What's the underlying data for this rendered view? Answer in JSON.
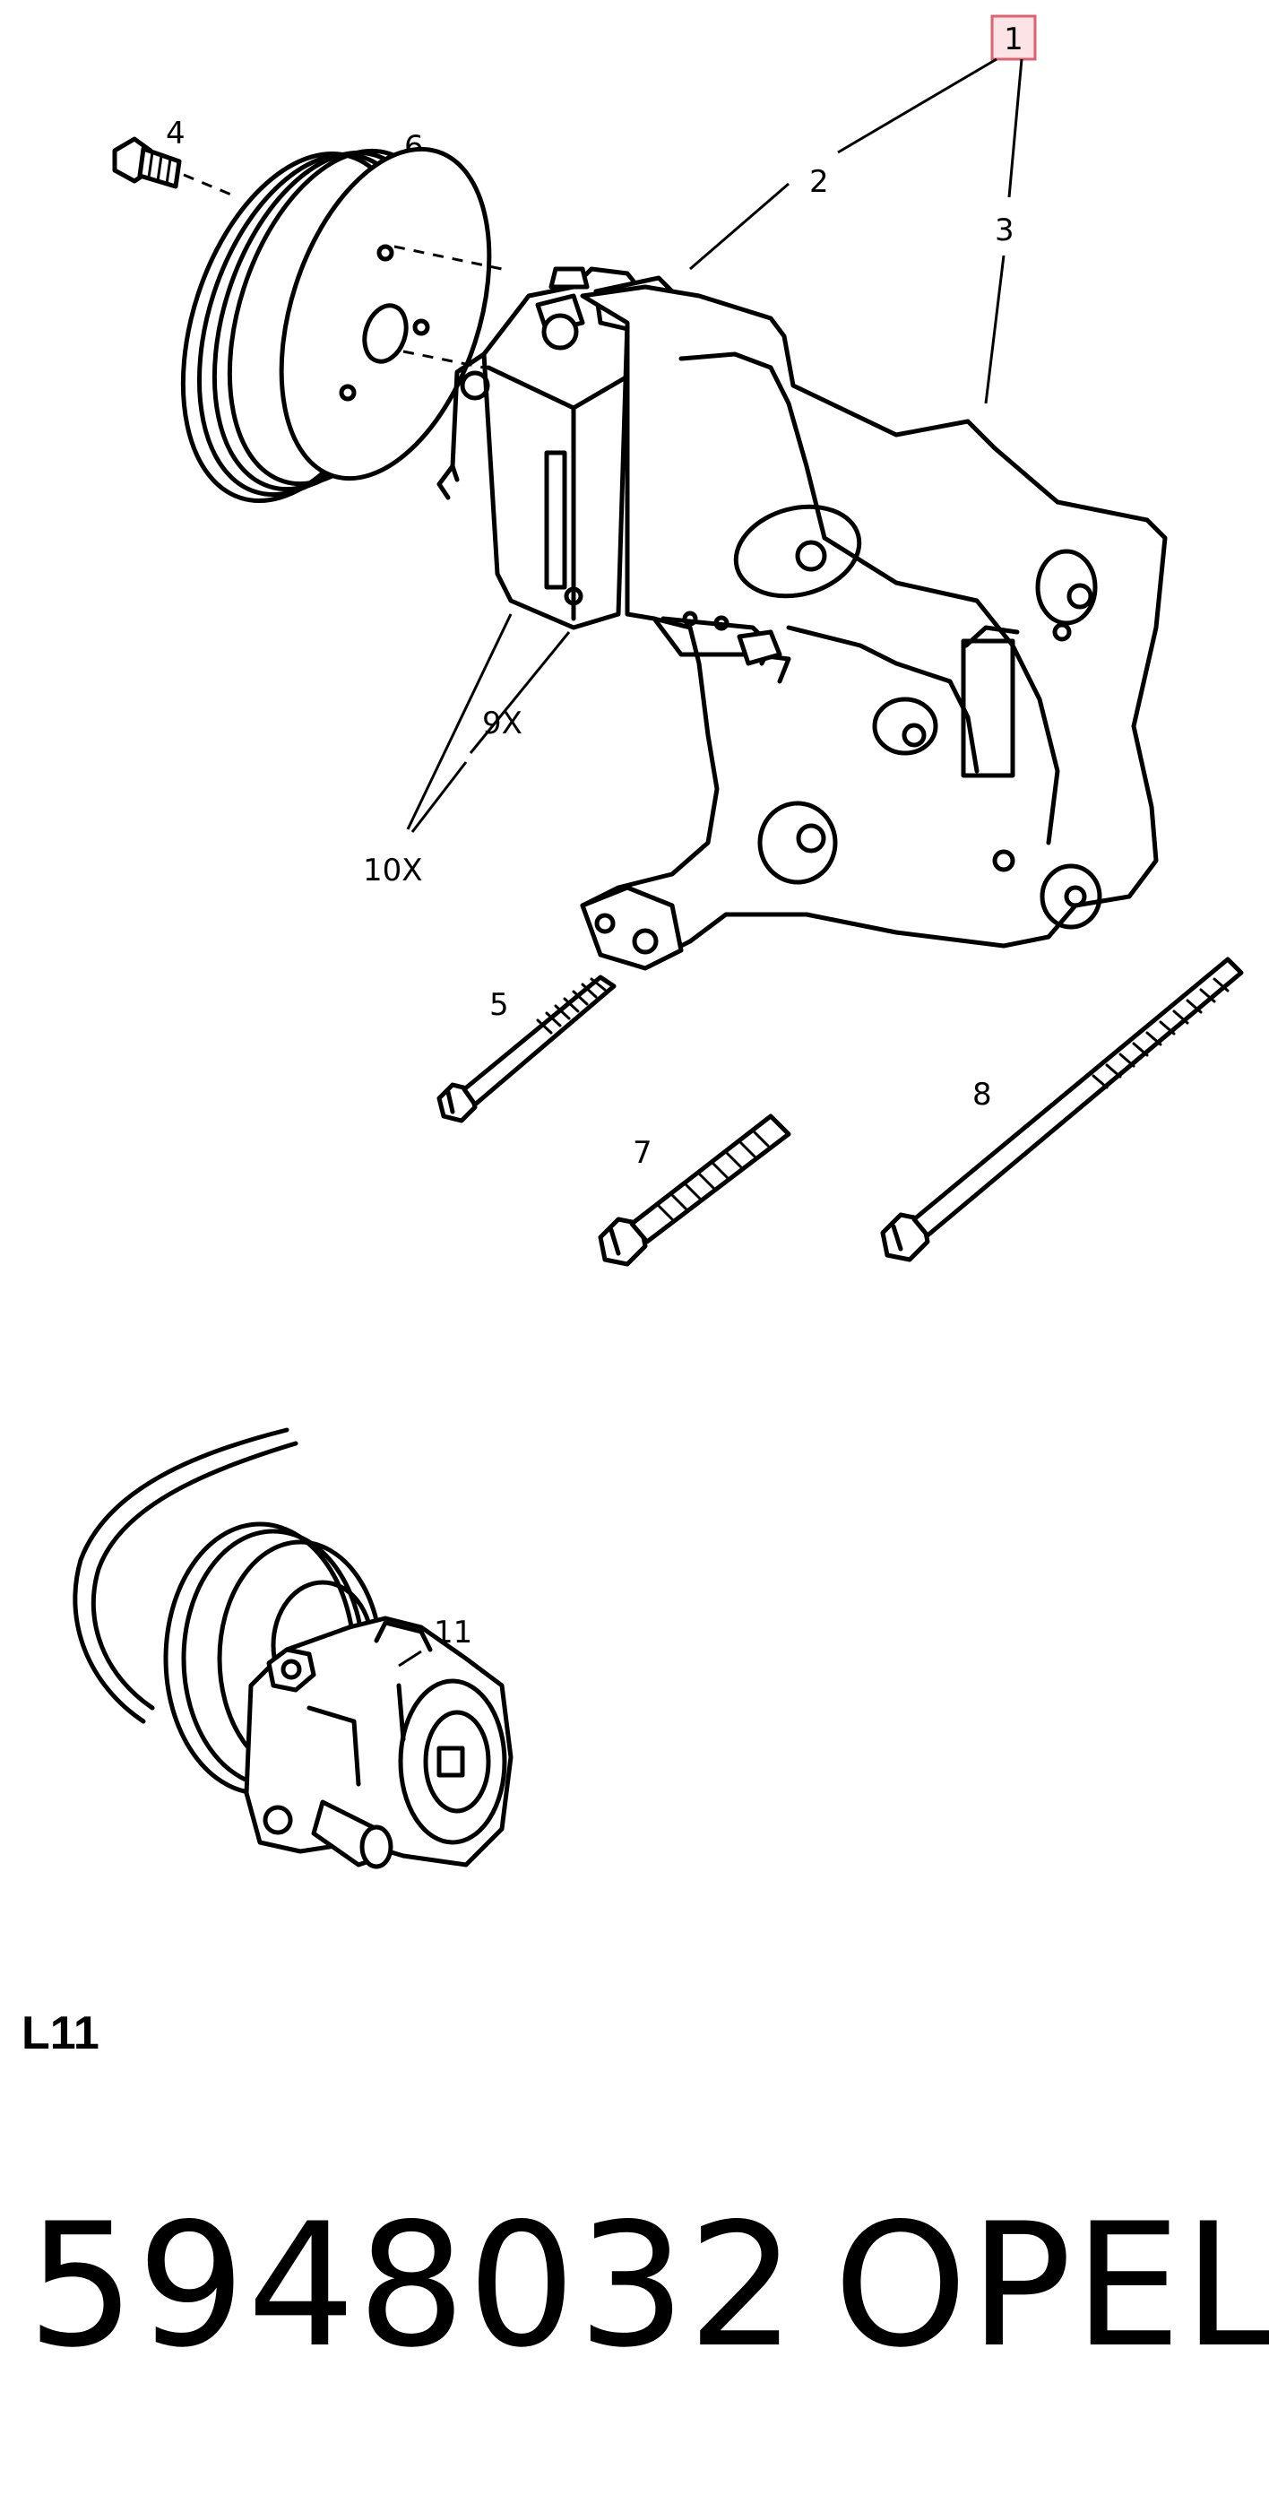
{
  "diagram": {
    "callouts": {
      "c1": "1",
      "c2": "2",
      "c3": "3",
      "c4": "4",
      "c5": "5",
      "c6": "6",
      "c7": "7",
      "c8": "8",
      "c9": "9X",
      "c10": "10X",
      "c11": "11"
    },
    "highlight_color": "#e06070",
    "highlight_fill": "#fbe3e6"
  },
  "footer": {
    "section": "L11",
    "part_number": "5948032",
    "brand": "OPEL"
  }
}
